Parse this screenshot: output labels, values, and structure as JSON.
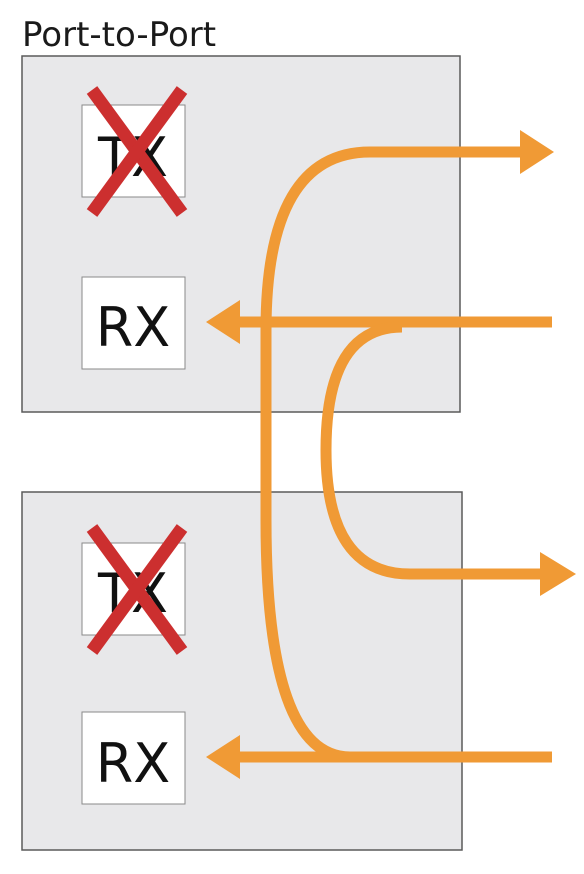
{
  "title": "Port-to-Port",
  "ports": [
    {
      "tx": {
        "label": "TX",
        "disabled": true
      },
      "rx": {
        "label": "RX"
      }
    },
    {
      "tx": {
        "label": "TX",
        "disabled": true
      },
      "rx": {
        "label": "RX"
      }
    }
  ],
  "colors": {
    "panel": "#e8e8ea",
    "link": "#f09a35",
    "cross": "#cc2f2f"
  }
}
